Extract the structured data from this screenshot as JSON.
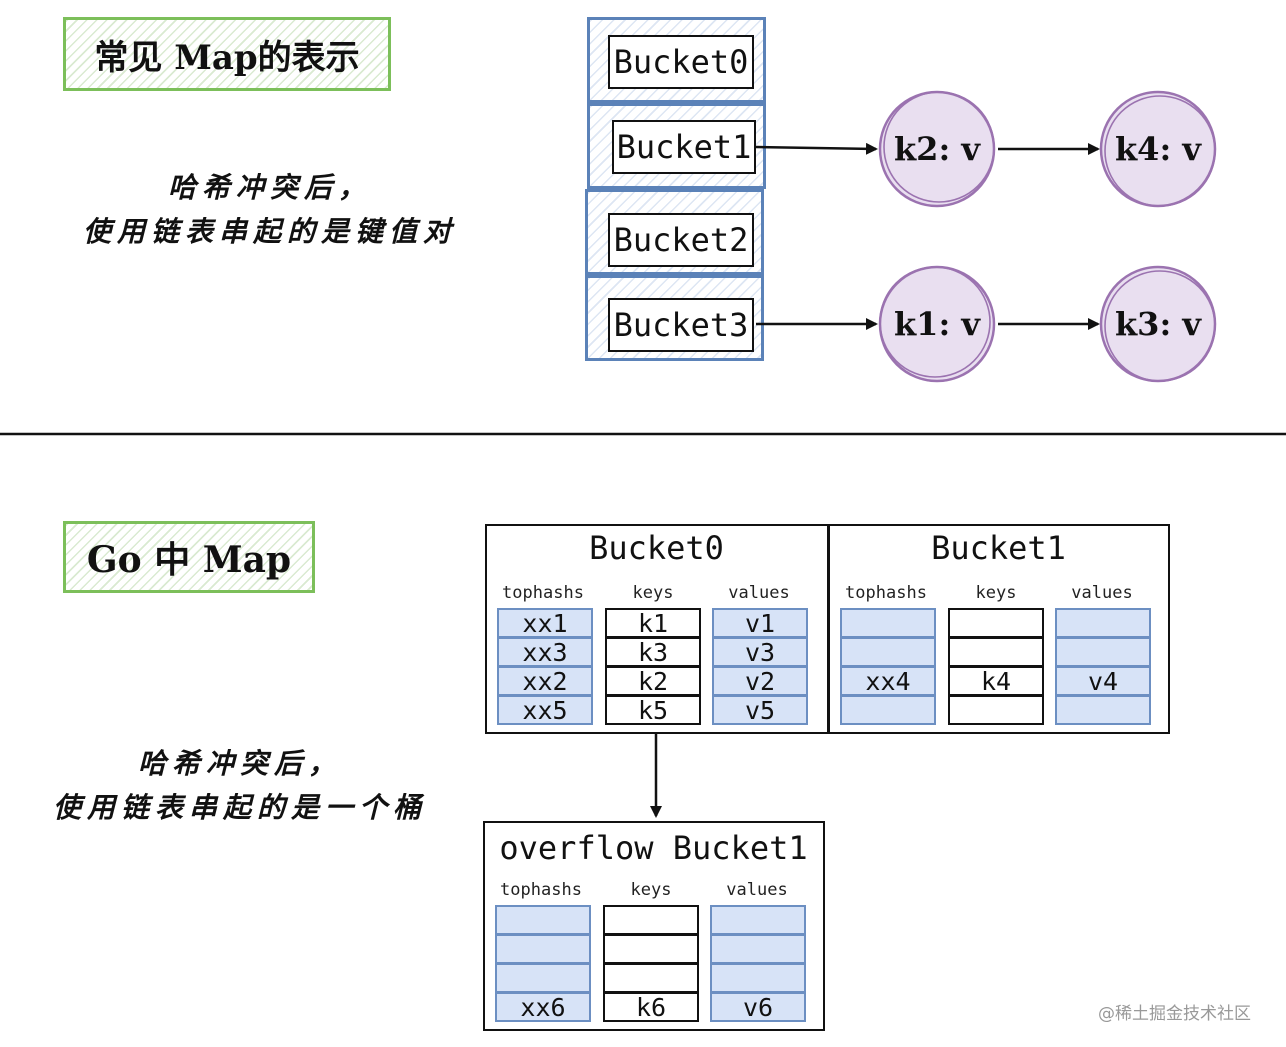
{
  "section1": {
    "title": "常见 Map的表示",
    "note_line1": "哈希冲突后，",
    "note_line2": "使用链表串起的是键值对",
    "buckets": [
      "Bucket0",
      "Bucket1",
      "Bucket2",
      "Bucket3"
    ],
    "chain1": [
      "k2: v",
      "k4: v"
    ],
    "chain2": [
      "k1: v",
      "k3: v"
    ]
  },
  "section2": {
    "title": "Go 中 Map",
    "note_line1": "哈希冲突后，",
    "note_line2": "使用链表串起的是一个桶",
    "col_tophash": "tophashs",
    "col_keys": "keys",
    "col_values": "values",
    "bucket0": {
      "title": "Bucket0",
      "tophashs": [
        "xx1",
        "xx3",
        "xx2",
        "xx5"
      ],
      "keys": [
        "k1",
        "k3",
        "k2",
        "k5"
      ],
      "values": [
        "v1",
        "v3",
        "v2",
        "v5"
      ]
    },
    "bucket1": {
      "title": "Bucket1",
      "tophashs": [
        "",
        "",
        "xx4",
        ""
      ],
      "keys": [
        "",
        "",
        "k4",
        ""
      ],
      "values": [
        "",
        "",
        "v4",
        ""
      ]
    },
    "overflow": {
      "title": "overflow Bucket1",
      "tophashs": [
        "",
        "",
        "",
        "xx6"
      ],
      "keys": [
        "",
        "",
        "",
        "k6"
      ],
      "values": [
        "",
        "",
        "",
        "v6"
      ]
    }
  },
  "watermark": "@稀土掘金技术社区",
  "colors": {
    "green": "#7cbf5a",
    "blue": "#5b82b8",
    "purple": "#9b73b0",
    "cell_blue": "#d7e3f7"
  }
}
